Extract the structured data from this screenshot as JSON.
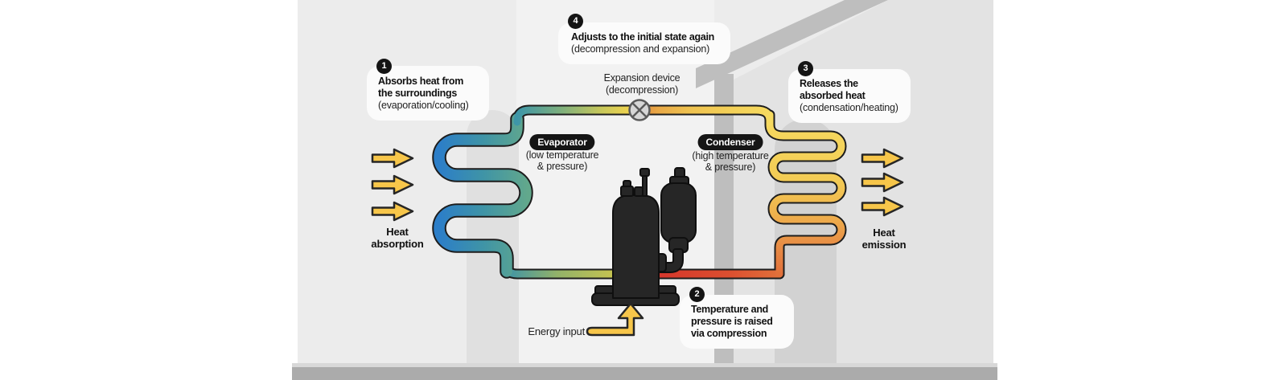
{
  "diagram": {
    "callouts": {
      "step1": {
        "number": "1",
        "line1": "Absorbs heat from",
        "line2": "the surroundings",
        "note": "(evaporation/cooling)"
      },
      "step2": {
        "number": "2",
        "line1": "Temperature and",
        "line2": "pressure is raised",
        "line3": "via compression"
      },
      "step3": {
        "number": "3",
        "line1": "Releases the",
        "line2": "absorbed heat",
        "note": "(condensation/heating)"
      },
      "step4": {
        "number": "4",
        "line1": "Adjusts to the initial state again",
        "note": "(decompression and expansion)"
      }
    },
    "components": {
      "evaporator": {
        "label": "Evaporator",
        "note_line1": "(low temperature",
        "note_line2": "& pressure)"
      },
      "condenser": {
        "label": "Condenser",
        "note_line1": "(high temperature",
        "note_line2": "& pressure)"
      },
      "expansion_device": {
        "label_line1": "Expansion device",
        "label_line2": "(decompression)"
      }
    },
    "flows": {
      "heat_absorption": {
        "line1": "Heat",
        "line2": "absorption"
      },
      "heat_emission": {
        "line1": "Heat",
        "line2": "emission"
      },
      "energy_input": {
        "label": "Energy input"
      }
    },
    "palette": {
      "exterior_background": "#ECECEC",
      "middle_panel": "#F2F2F2",
      "interior_background": "#E3E3E3",
      "wall_and_roof": "#BEBEBE",
      "ground": "#ABABAB",
      "silhouette_left": "#E0E0E0",
      "silhouette_right": "#D2D2D2",
      "callout_background": "#FBFBFB",
      "badge_background": "#141414",
      "pill_background": "#151515",
      "arrow_yellow": "#F7C64A",
      "pipe_outline": "#1D1D1D",
      "pipe_cold_blue": "#2C7EC8",
      "pipe_teal": "#3E96A8",
      "pipe_yellow": "#F6DA60",
      "pipe_orange": "#E2703A",
      "pipe_red": "#D5352B",
      "compressor_body": "#262626",
      "valve_fill": "#D6D6D6"
    }
  }
}
